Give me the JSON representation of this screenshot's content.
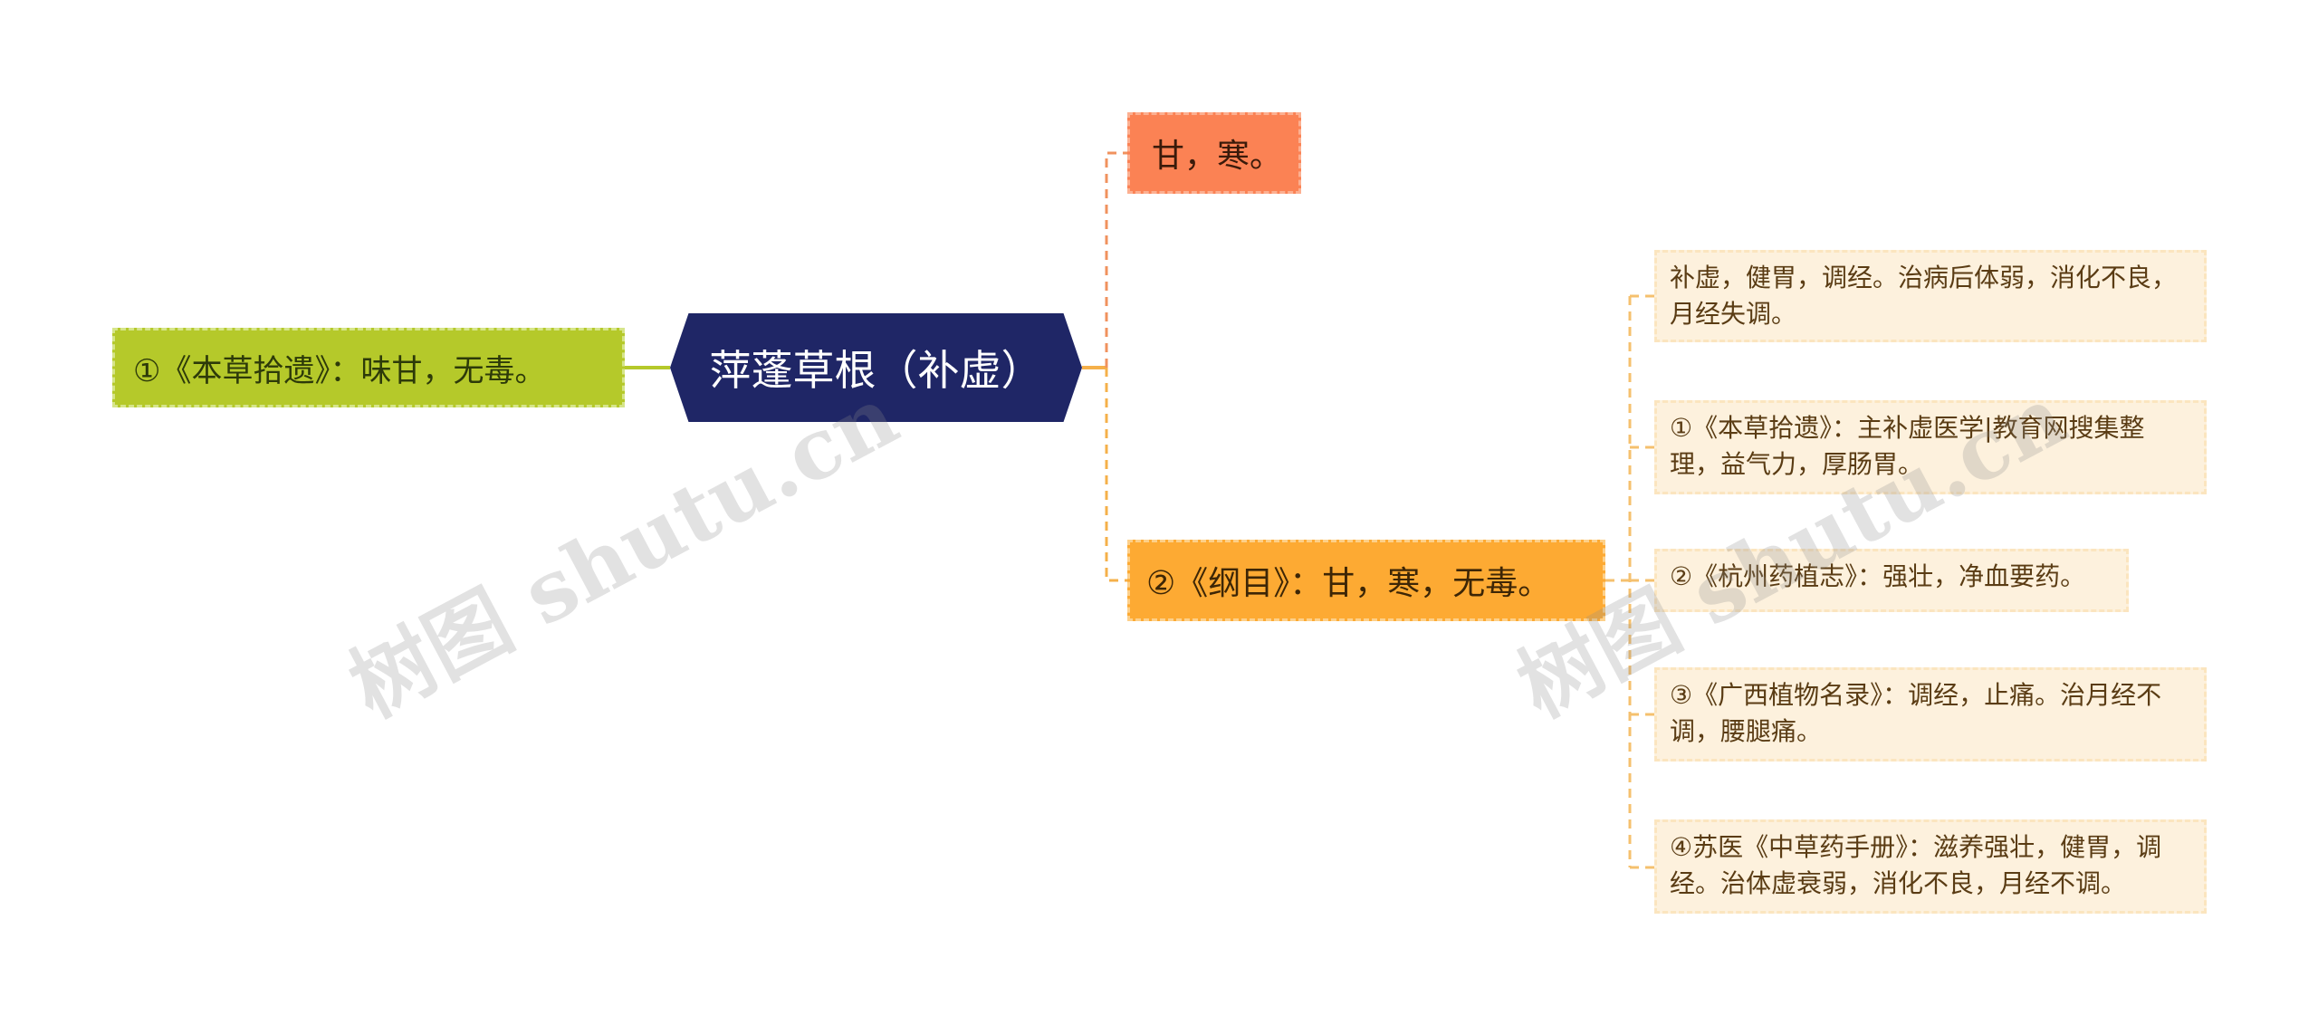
{
  "mindmap": {
    "center": {
      "label": "萍蓬草根（补虚）"
    },
    "left_node": {
      "label": "①《本草拾遗》：味甘，无毒。"
    },
    "taste_node": {
      "label": "甘，寒。"
    },
    "gangmu_node": {
      "label": "②《纲目》：甘，寒，无毒。",
      "children": [
        {
          "label": "补虚，健胃，调经。治病后体弱，消化不良，月经失调。"
        },
        {
          "label": "①《本草拾遗》：主补虚医学|教育网搜集整理，益气力，厚肠胃。"
        },
        {
          "label": "②《杭州药植志》：强壮，净血要药。"
        },
        {
          "label": "③《广西植物名录》：调经，止痛。治月经不调，腰腿痛。"
        },
        {
          "label": "④苏医《中草药手册》：滋养强壮，健胃，调经。治体虚衰弱，消化不良，月经不调。"
        }
      ]
    }
  },
  "watermarks": [
    {
      "text": "树图 shutu.cn"
    },
    {
      "text": "树图 shutu.cn"
    }
  ],
  "colors": {
    "center_bg": "#1f2666",
    "left_bg": "#b5c92a",
    "taste_bg": "#fb8254",
    "gangmu_bg": "#fdaa33",
    "leaf_bg": "#fdf1dd"
  }
}
